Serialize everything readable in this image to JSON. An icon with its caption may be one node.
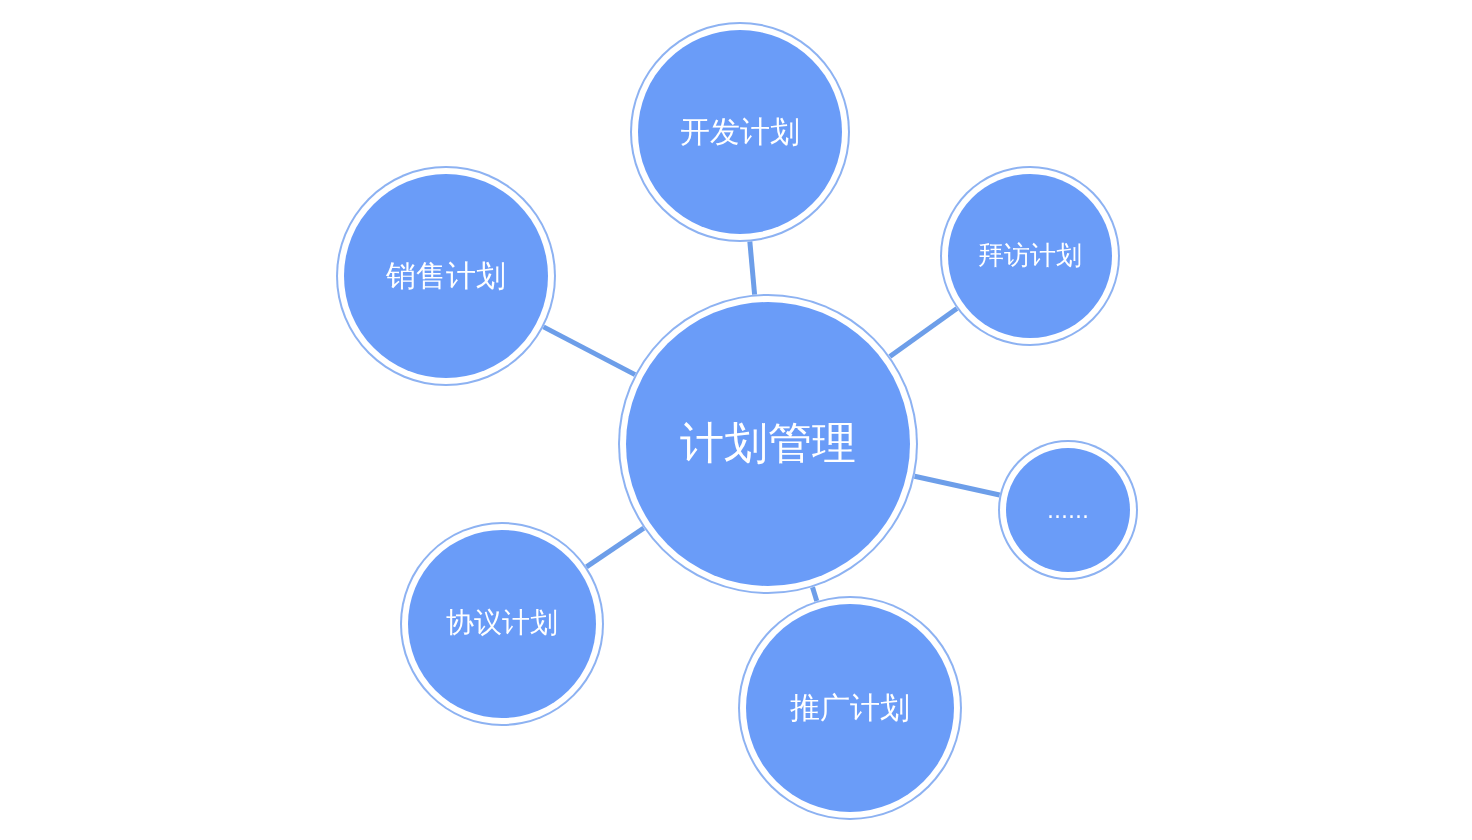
{
  "diagram": {
    "nodes": [
      {
        "text": [
          "计划管理"
        ]
      },
      {
        "text": [
          "开发计划"
        ]
      },
      {
        "text": [
          "拜访计划"
        ]
      },
      {
        "text": [
          "销售计划"
        ]
      },
      {
        "text": [
          "......"
        ]
      },
      {
        "text": [
          "协议计划"
        ]
      },
      {
        "text": [
          "推广计划"
        ]
      }
    ],
    "edges": [
      {
        "from": 0,
        "to": 1,
        "arrow": "none"
      },
      {
        "from": 0,
        "to": 2,
        "arrow": "none"
      },
      {
        "from": 0,
        "to": 3,
        "arrow": "none"
      },
      {
        "from": 0,
        "to": 4,
        "arrow": "none"
      },
      {
        "from": 0,
        "to": 5,
        "arrow": "none"
      },
      {
        "from": 0,
        "to": 6,
        "arrow": "none"
      }
    ]
  }
}
